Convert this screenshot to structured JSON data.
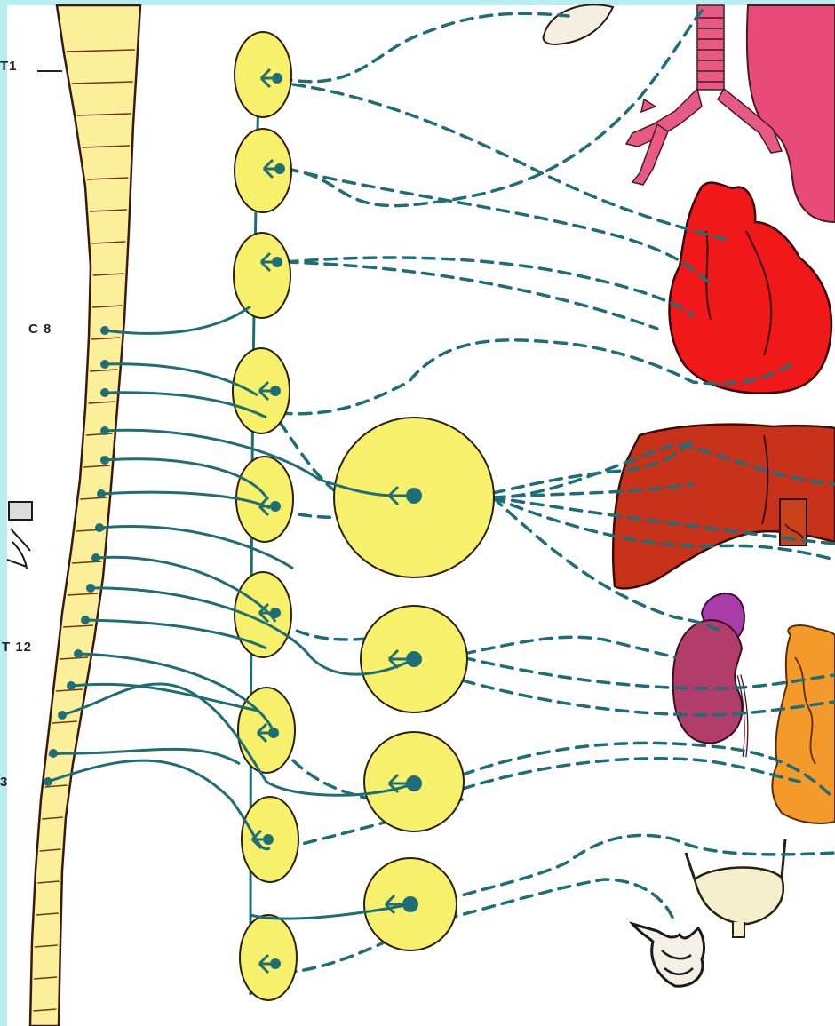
{
  "labels": {
    "top_spine": "T1",
    "c8": "C 8",
    "t12": "T 12",
    "bottom_spine": "3"
  },
  "colors": {
    "frame": "#b9eef0",
    "background": "#ffffff",
    "spine_fill": "#fbef9a",
    "ganglion_fill": "#f7f06a",
    "nerve": "#1e6e78",
    "heart": "#f01818",
    "liver": "#c8321a",
    "lung": "#e84a7a",
    "trachea": "#e85a86",
    "kidney": "#b23c6a",
    "adrenal": "#a93ca8",
    "intestine": "#f39a2a",
    "bladder": "#f4efcc",
    "outline": "#3a1a10"
  },
  "structures": {
    "spinal_cord": "spinal-cord",
    "sympathetic_chain": "sympathetic-trunk-ganglia",
    "prevertebral_ganglia": [
      "celiac-ganglion",
      "superior-mesenteric-ganglion",
      "inferior-mesenteric-ganglion",
      "pelvic-ganglion"
    ],
    "organs": [
      "eye",
      "trachea-bronchi",
      "lung",
      "heart",
      "liver",
      "gallbladder",
      "adrenal-gland",
      "kidney",
      "intestine",
      "bladder",
      "genitals"
    ]
  }
}
